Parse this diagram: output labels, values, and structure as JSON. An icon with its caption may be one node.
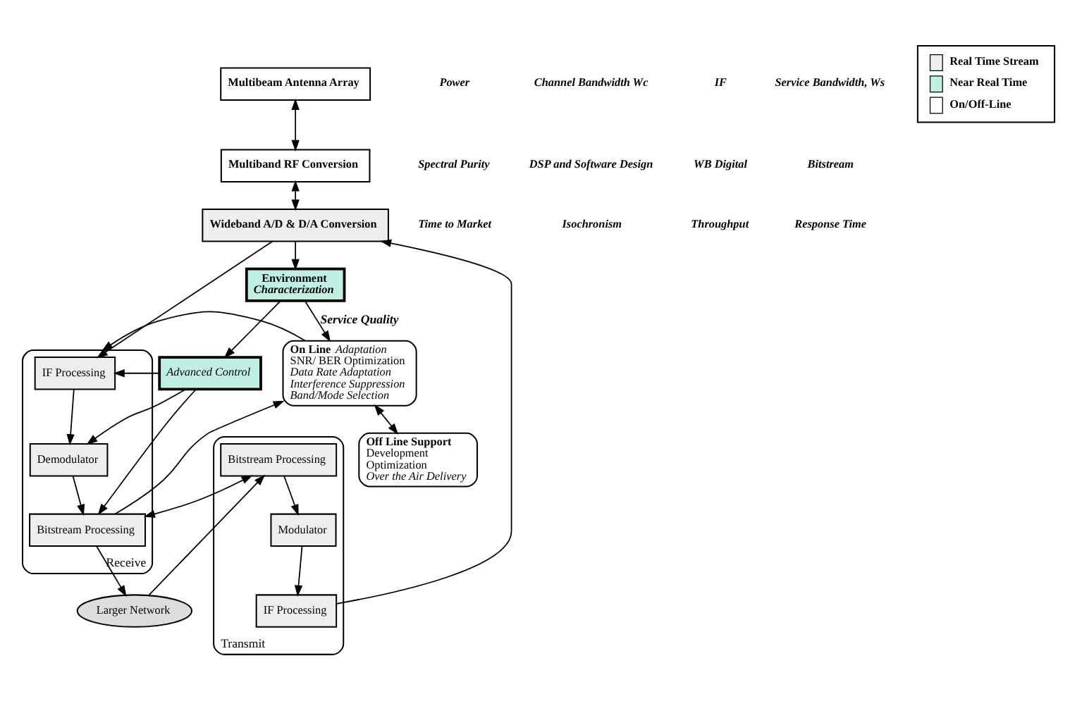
{
  "diagram": {
    "nodes": [
      {
        "text": [
          "Multibeam Antenna Array"
        ]
      },
      {
        "text": [
          "Multiband RF Conversion"
        ]
      },
      {
        "text": [
          "Wideband A/D & D/A Conversion"
        ]
      },
      {
        "text": [
          "Transmit"
        ]
      },
      {
        "text": [
          "IF Processing"
        ],
        "in": 3
      },
      {
        "text": [
          "Modulator"
        ],
        "in": 3
      },
      {
        "text": [
          "Bitstream Processing"
        ],
        "in": 3
      },
      {
        "text": [
          "Receive"
        ]
      },
      {
        "text": [
          "IF Processing"
        ],
        "in": 7
      },
      {
        "text": [
          "Demodulator"
        ],
        "in": 7
      },
      {
        "text": [
          "Bitstream Processing"
        ],
        "in": 7
      },
      {
        "text": [
          "Environment",
          "Characterization"
        ]
      },
      {
        "text": [
          "Advanced Control"
        ]
      },
      {
        "text": [
          "**On Line** *Adaptation*",
          "SNR/ BER Optimization",
          "Data Rate Adaptation",
          "Interference Suppression",
          "Band/Mode Selection"
        ]
      },
      {
        "text": [
          "Off Line Support",
          "Development",
          "Optimization",
          "Over the Air Delivery"
        ]
      },
      {
        "text": [
          "Larger Network"
        ]
      }
    ],
    "edges": [
      {
        "from": 0,
        "to": 1,
        "arrow": "both"
      },
      {
        "from": 1,
        "to": 2,
        "arrow": "both"
      },
      {
        "from": 2,
        "to": 8,
        "arrow": "to"
      },
      {
        "from": 4,
        "to": 2,
        "arrow": "to"
      },
      {
        "from": 5,
        "to": 4,
        "arrow": "to"
      },
      {
        "from": 6,
        "to": 5,
        "arrow": "to"
      },
      {
        "from": 8,
        "to": 9,
        "arrow": "to"
      },
      {
        "from": 9,
        "to": 10,
        "arrow": "to"
      },
      {
        "from": 6,
        "to": 10,
        "arrow": "both"
      },
      {
        "from": 2,
        "to": 11,
        "arrow": "to"
      },
      {
        "from": 11,
        "to": 12,
        "arrow": "to"
      },
      {
        "from": 12,
        "to": 8,
        "arrow": "to"
      },
      {
        "from": 12,
        "to": 9,
        "arrow": "to"
      },
      {
        "from": 12,
        "to": 10,
        "arrow": "to"
      },
      {
        "from": 11,
        "to": 13,
        "arrow": "to",
        "label": "Service Quality"
      },
      {
        "from": 10,
        "to": 13,
        "arrow": "to"
      },
      {
        "from": 13,
        "to": 7,
        "arrow": "to"
      },
      {
        "from": 13,
        "to": 14,
        "arrow": "both"
      },
      {
        "from": 10,
        "to": 15,
        "arrow": "to"
      },
      {
        "from": 15,
        "to": 6,
        "arrow": "to"
      }
    ],
    "labels": [
      "Power",
      "Channel Bandwidth Wc",
      "IF",
      "Service Bandwidth, Ws",
      "Spectral Purity",
      "DSP and Software Design",
      "WB Digital",
      "Bitstream",
      "Time to Market",
      "Isochronism",
      "Throughput",
      "Response Time"
    ],
    "legend": [
      {
        "text": "Real Time Stream",
        "color": "#eeeeee"
      },
      {
        "text": "Near Real Time",
        "color": "#c0f0e4"
      },
      {
        "text": "On/Off-Line",
        "color": "#ffffff"
      }
    ]
  }
}
